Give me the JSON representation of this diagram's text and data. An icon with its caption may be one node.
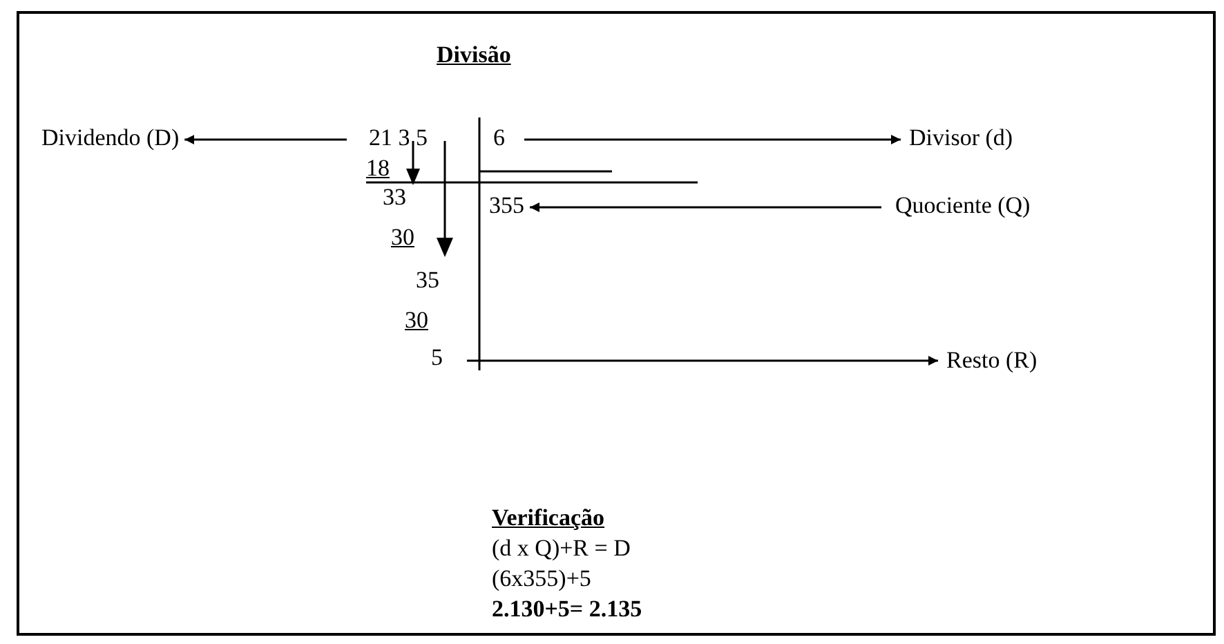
{
  "diagram": {
    "title": "Divisão",
    "nodes": [
      {
        "text": [
          "Dividendo (D)"
        ]
      },
      {
        "text": [
          "21 3 5"
        ]
      },
      {
        "text": [
          "6"
        ]
      },
      {
        "text": [
          "Divisor (d)"
        ]
      },
      {
        "text": [
          "355"
        ]
      },
      {
        "text": [
          "Quociente (Q)"
        ]
      },
      {
        "text": [
          "5"
        ]
      },
      {
        "text": [
          "Resto (R)"
        ]
      }
    ],
    "edges": [
      {
        "from": 1,
        "to": 0,
        "arrow": "to"
      },
      {
        "from": 2,
        "to": 3,
        "arrow": "to"
      },
      {
        "from": 5,
        "to": 4,
        "arrow": "to"
      },
      {
        "from": 6,
        "to": 7,
        "arrow": "to"
      }
    ],
    "labels": [
      "18",
      "33",
      "30",
      "35",
      "30",
      "Verificação",
      "(d x Q)+R = D",
      "(6x355)+5",
      "2.130+5= 2.135"
    ]
  }
}
